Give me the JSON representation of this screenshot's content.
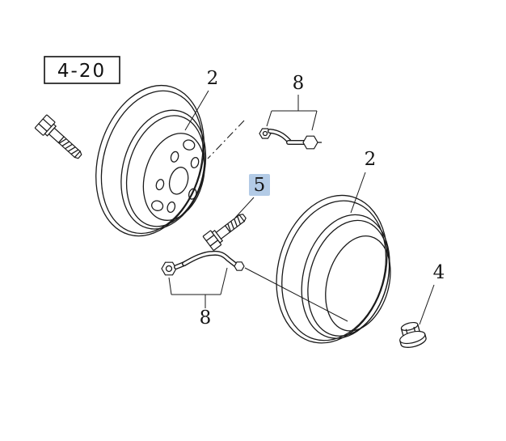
{
  "reference": {
    "label": "4-20"
  },
  "parts": {
    "wheel_left": {
      "number": "2"
    },
    "wheel_right": {
      "number": "2"
    },
    "valve_top": {
      "number": "8"
    },
    "valve_bottom": {
      "number": "8"
    },
    "stud": {
      "number": "5"
    },
    "nut": {
      "number": "4"
    }
  },
  "colors": {
    "background": "#ffffff",
    "line": "#1a1a1a",
    "highlight_bg": "#b3cbe6",
    "highlight_text": "#2f55b0"
  }
}
